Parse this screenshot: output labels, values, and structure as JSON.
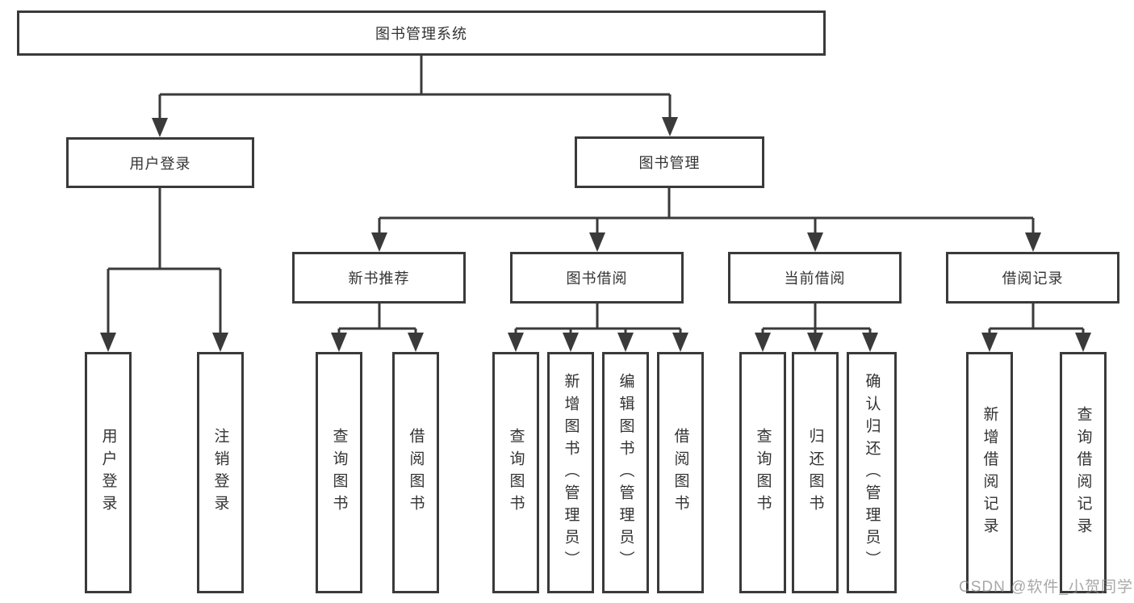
{
  "colors": {
    "line": "#3a3a3a",
    "text": "#333333",
    "box_background": "#ffffff",
    "watermark": "#868686"
  },
  "diagram": {
    "root": "图书管理系统",
    "branches": {
      "user_login": "用户登录",
      "book_management": "图书管理"
    },
    "modules": {
      "new_books": "新书推荐",
      "book_borrow": "图书借阅",
      "current_borrow": "当前借阅",
      "borrow_records": "借阅记录"
    },
    "leaves": {
      "user_login": [
        "用户登录",
        "注销登录"
      ],
      "new_books": [
        "查询图书",
        "借阅图书"
      ],
      "book_borrow": [
        "查询图书",
        "新增图书（管理员）",
        "编辑图书（管理员）",
        "借阅图书"
      ],
      "current_borrow": [
        "查询图书",
        "归还图书",
        "确认归还（管理员）"
      ],
      "borrow_records": [
        "新增借阅记录",
        "查询借阅记录"
      ]
    }
  },
  "watermark": "CSDN @软件_小贺同学"
}
